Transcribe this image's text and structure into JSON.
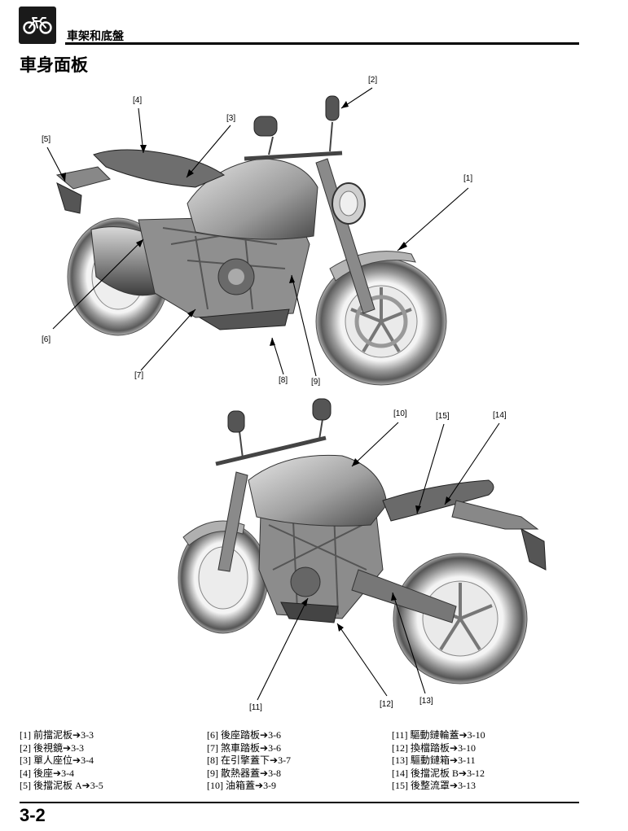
{
  "header": {
    "icon": "motorcycle-icon",
    "section_title": "車架和底盤"
  },
  "page_title": "車身面板",
  "figure1_callouts": [
    "[1]",
    "[2]",
    "[3]",
    "[4]",
    "[5]",
    "[6]",
    "[7]",
    "[8]",
    "[9]"
  ],
  "figure2_callouts": [
    "[10]",
    "[11]",
    "[12]",
    "[13]",
    "[14]",
    "[15]"
  ],
  "legend": {
    "arrow": "➔",
    "columns": [
      [
        {
          "label": "[1] 前擋泥板",
          "ref": "3-3"
        },
        {
          "label": "[2] 後視鏡",
          "ref": "3-3"
        },
        {
          "label": "[3] 單人座位",
          "ref": "3-4"
        },
        {
          "label": "[4] 後座",
          "ref": "3-4"
        },
        {
          "label": "[5] 後擋泥板 A",
          "ref": "3-5"
        }
      ],
      [
        {
          "label": "[6] 後座踏板",
          "ref": "3-6"
        },
        {
          "label": "[7] 煞車踏板",
          "ref": "3-6"
        },
        {
          "label": "[8] 在引擎蓋下",
          "ref": "3-7"
        },
        {
          "label": "[9] 散熱器蓋",
          "ref": "3-8"
        },
        {
          "label": "[10] 油箱蓋",
          "ref": "3-9"
        }
      ],
      [
        {
          "label": "[11] 驅動鏈輪蓋",
          "ref": "3-10"
        },
        {
          "label": "[12] 換檔踏板",
          "ref": "3-10"
        },
        {
          "label": "[13] 驅動鏈箱",
          "ref": "3-11"
        },
        {
          "label": "[14] 後擋泥板 B",
          "ref": "3-12"
        },
        {
          "label": "[15] 後整流罩",
          "ref": "3-13"
        }
      ]
    ]
  },
  "footer": {
    "page_number": "3-2"
  }
}
